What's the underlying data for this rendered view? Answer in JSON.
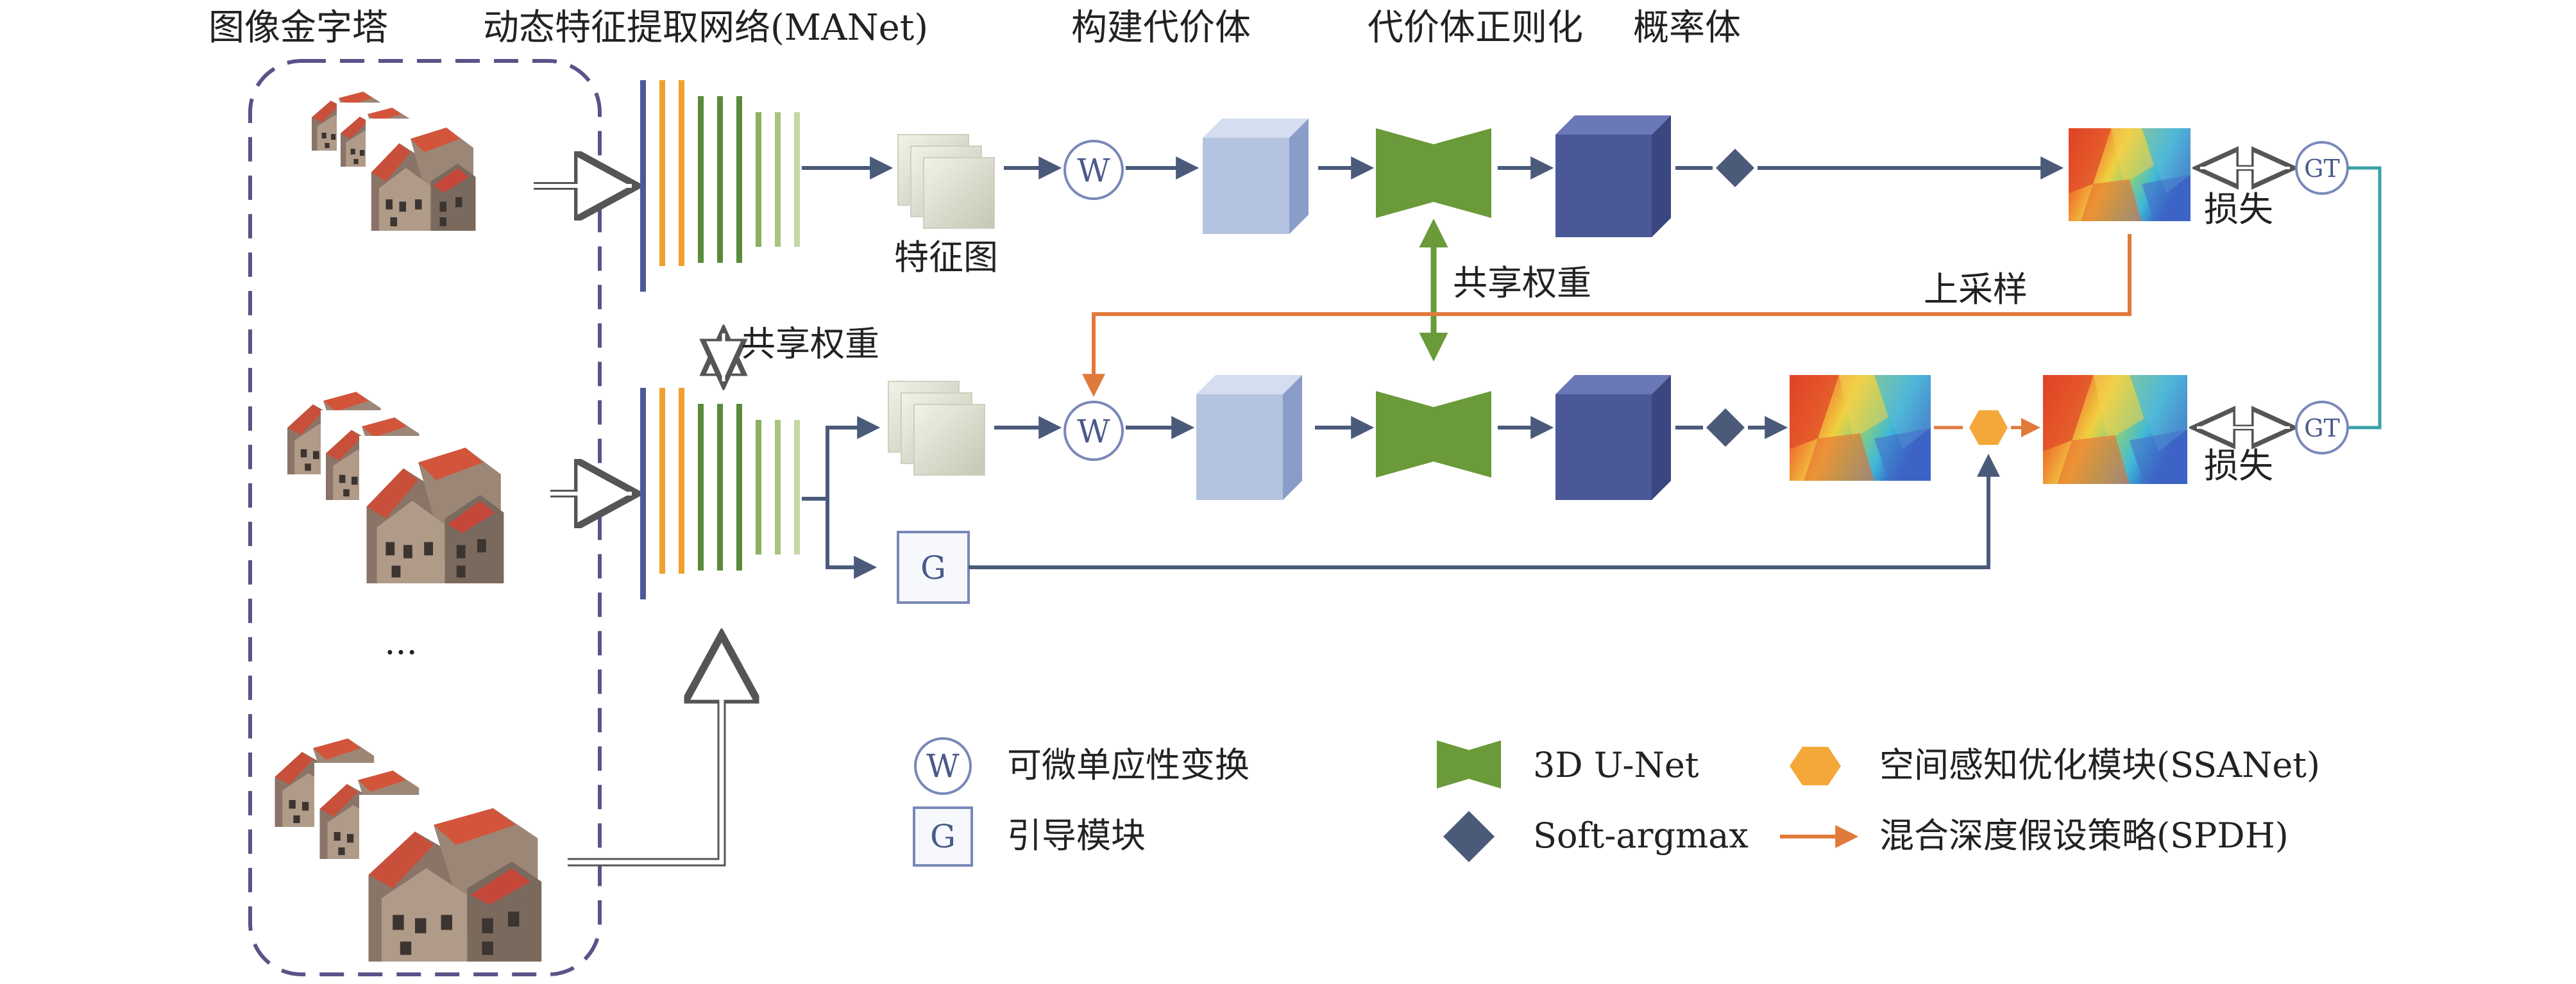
{
  "headers": {
    "image_pyramid": "图像金字塔",
    "feature_extraction": "动态特征提取网络(MANet)",
    "build_cost_volume": "构建代价体",
    "cost_volume_regularization": "代价体正则化",
    "probability_volume": "概率体"
  },
  "labels": {
    "feature_map": "特征图",
    "shared_weights_vertical": "共享权重",
    "shared_weights_left": "共享权重",
    "upsample": "上采样",
    "loss_top": "损失",
    "loss_bottom": "损失",
    "ellipsis": "..."
  },
  "symbols": {
    "warp": "W",
    "guide": "G",
    "ground_truth": "GT"
  },
  "legend": {
    "warp_symbol": "W",
    "warp_label": "可微单应性变换",
    "guide_symbol": "G",
    "guide_label": "引导模块",
    "unet_label": "3D U-Net",
    "softargmax_label": "Soft-argmax",
    "ssanet_label": "空间感知优化模块(SSANet)",
    "spdh_label": "混合深度假设策略(SPDH)"
  },
  "colors": {
    "arrow": "#4a5a7a",
    "green": "#6a9a3a",
    "orange": "#e07a3a",
    "teal": "#3aa0a8",
    "dashed_border": "#5a5288",
    "cube_light": "#b4c4e0",
    "cube_dark": "#4a5898",
    "diamond": "#4a5a78",
    "hexagon": "#f5a83a"
  }
}
